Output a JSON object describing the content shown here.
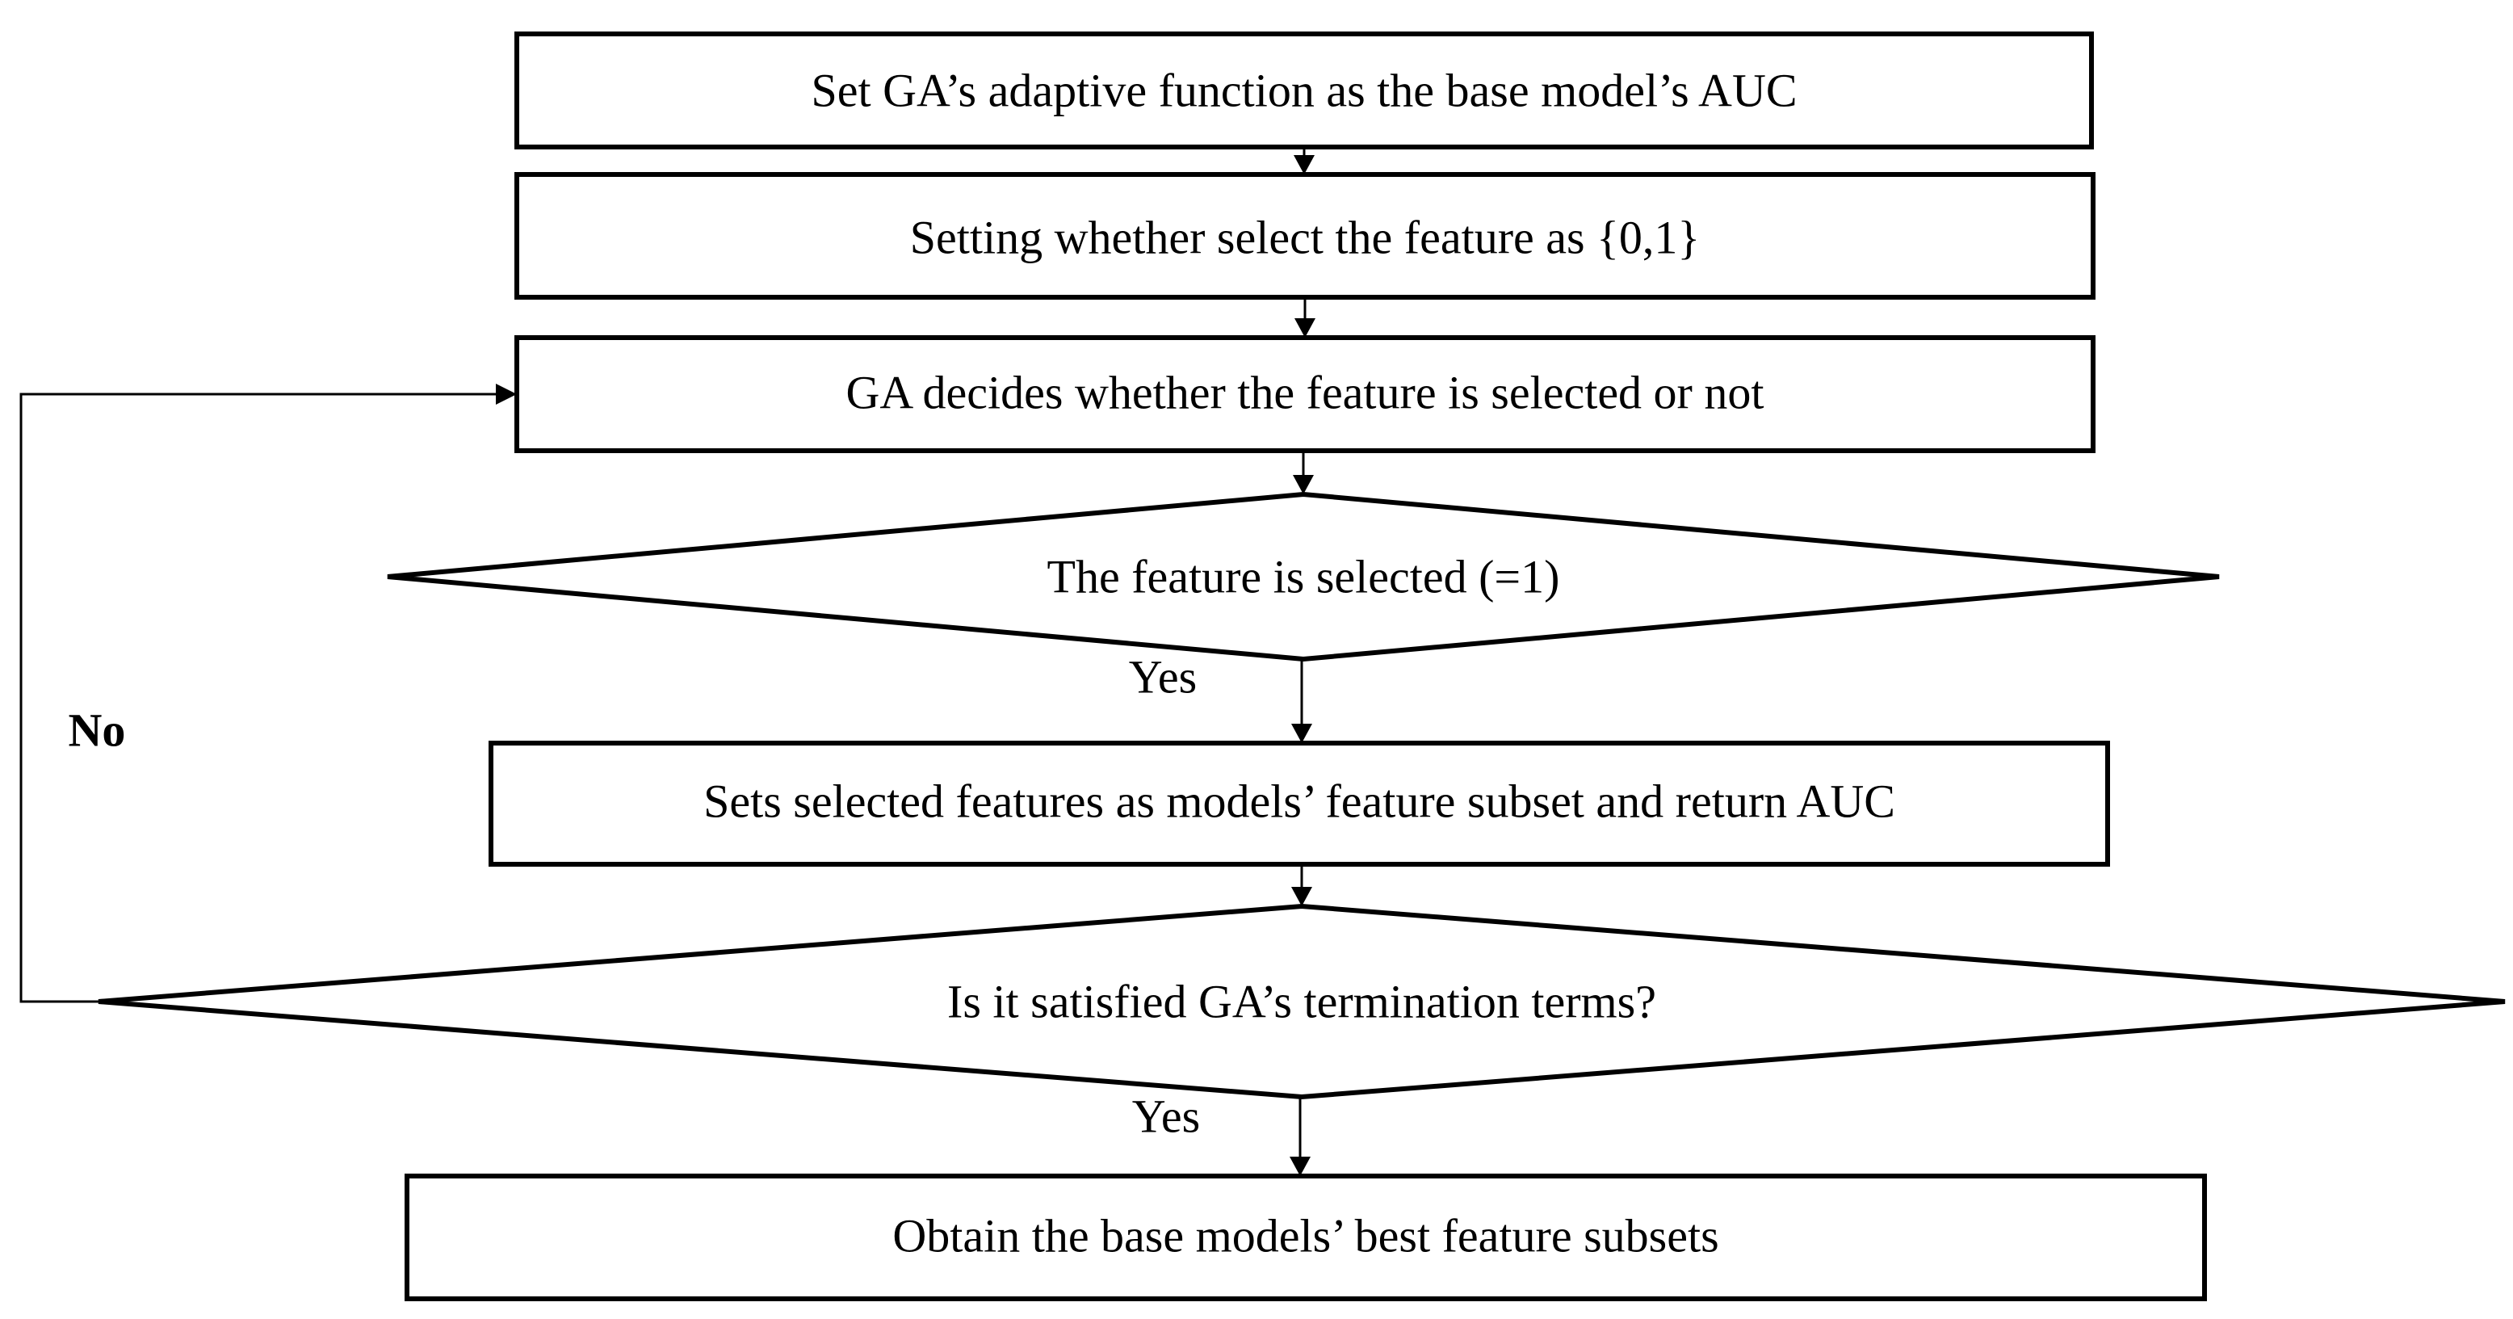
{
  "flowchart": {
    "nodes": [
      {
        "id": "set-fitness",
        "shape": "process",
        "text": "Set GA’s adaptive function as the base model’s AUC"
      },
      {
        "id": "set-encoding",
        "shape": "process",
        "text": "Setting whether select the feature as {0,1}"
      },
      {
        "id": "ga-decides",
        "shape": "process",
        "text": "GA decides whether the feature is selected or not"
      },
      {
        "id": "feature-selected",
        "shape": "decision",
        "text": "The feature is selected (=1)"
      },
      {
        "id": "set-subset",
        "shape": "process",
        "text": "Sets selected features as models’ feature subset and return AUC"
      },
      {
        "id": "termination",
        "shape": "decision",
        "text": "Is it satisfied GA’s termination terms?"
      },
      {
        "id": "obtain-best",
        "shape": "process",
        "text": "Obtain the base models’ best feature subsets"
      }
    ],
    "edges": [
      {
        "from": "set-fitness",
        "to": "set-encoding",
        "label": ""
      },
      {
        "from": "set-encoding",
        "to": "ga-decides",
        "label": ""
      },
      {
        "from": "ga-decides",
        "to": "feature-selected",
        "label": ""
      },
      {
        "from": "feature-selected",
        "to": "set-subset",
        "label": "Yes"
      },
      {
        "from": "set-subset",
        "to": "termination",
        "label": ""
      },
      {
        "from": "termination",
        "to": "obtain-best",
        "label": "Yes"
      },
      {
        "from": "termination",
        "to": "ga-decides",
        "label": "No"
      }
    ]
  }
}
